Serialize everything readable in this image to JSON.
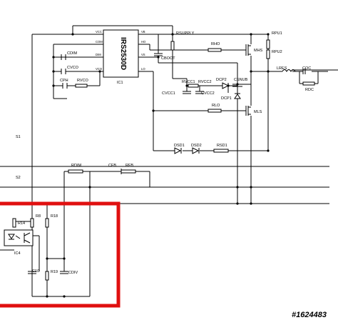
{
  "ic1": {
    "part_number": "IRS2530D",
    "ref": "IC1",
    "pins_left": [
      "VCC",
      "COM",
      "DIM",
      "VCO"
    ],
    "pins_right": [
      "VB",
      "HO",
      "VS",
      "LO"
    ]
  },
  "components": {
    "rsupply": "RSUPPLY",
    "cboot": "CBOOT",
    "rho": "RHO",
    "mhs": "MHS",
    "rpu1": "RPU1",
    "rpu2": "RPU2",
    "cdim": "CDIM",
    "cvco": "CVCO",
    "cph": "CPH",
    "rvco": "RVCO",
    "rvcc1": "RVCC1",
    "rvcc2": "RVCC2",
    "dcp2": "DCP2",
    "csnub": "CSNUB",
    "dcp1": "DCP1",
    "cvcc1": "CVCC1",
    "cvcc2": "CVCC2",
    "lres": "LRES",
    "coc": "COC",
    "rdc": "RDC",
    "rlo": "RLO",
    "mls": "MLS",
    "dsd1": "DSD1",
    "dsd2": "DSD2",
    "rsd1": "RSD1",
    "rdim": "RDIM",
    "cfb": "CFB",
    "rfb": "RFB",
    "r8": "R8",
    "r18": "R18",
    "r14": "R14",
    "ic4": "IC4",
    "c10": "C10",
    "r19": "R19",
    "cdiv": "CDIV"
  },
  "nets": {
    "s1": "S1",
    "s2": "S2"
  },
  "watermark": "#1624483"
}
